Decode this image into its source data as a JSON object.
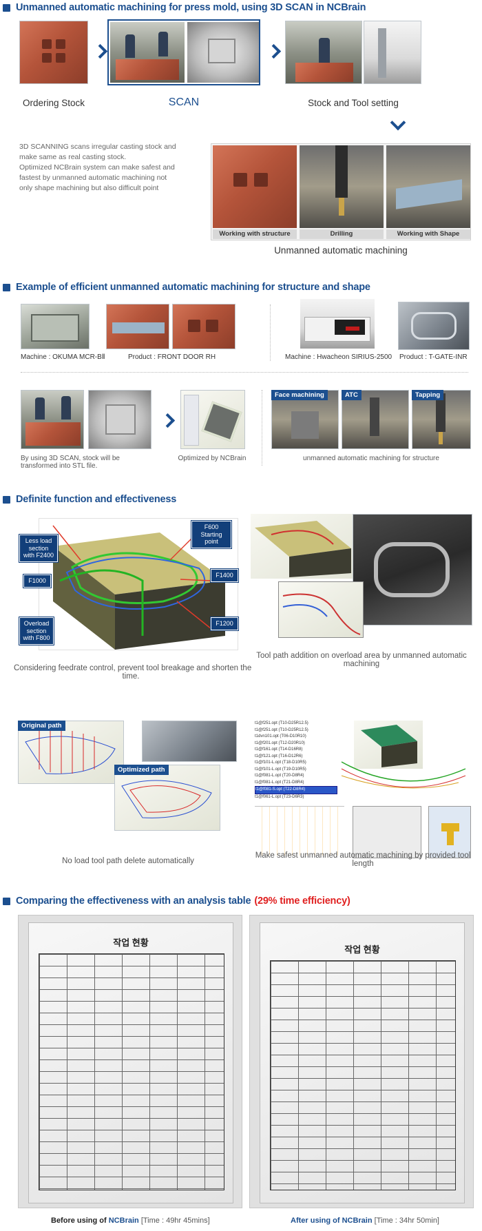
{
  "section1": {
    "title": "Unmanned automatic machining for press mold, using 3D SCAN in NCBrain",
    "captions": {
      "ordering": "Ordering Stock",
      "scan": "SCAN",
      "setting": "Stock and Tool setting"
    },
    "description": [
      "3D SCANNING scans irregular casting stock and",
      "make same as real casting stock.",
      "Optimized NCBrain system can make safest and",
      "fastest by unmanned automatic machining not",
      "only shape machining but also difficult point"
    ],
    "labels": {
      "structure": "Working with structure",
      "drilling": "Drilling",
      "shape": "Working with Shape"
    },
    "unmanned_caption": "Unmanned automatic machining"
  },
  "section2": {
    "title": "Example of efficient unmanned automatic machining for structure and shape",
    "machine1": "Machine : OKUMA MCR-BⅡ",
    "product1": "Product : FRONT DOOR RH",
    "machine2": "Machine : Hwacheon SIRIUS-2500",
    "product2": "Product : T-GATE-INR",
    "stl_caption_1": "By using 3D SCAN, stock will be",
    "stl_caption_2": "transformed into STL file.",
    "optimized": "Optimized by NCBrain",
    "tags": {
      "face": "Face machining",
      "atc": "ATC",
      "tapping": "Tapping"
    },
    "structure_caption": "unmanned automatic machining for structure"
  },
  "section3": {
    "title": "Definite function and effectiveness",
    "callouts": {
      "less_load": "Less load section with F2400",
      "f600": "F600 Starting point",
      "f1000": "F1000",
      "f1400": "F1400",
      "overload": "Overload section with F800",
      "f1200": "F1200"
    },
    "caption_left_1": "Considering feedrate control, prevent tool breakage and shorten the",
    "caption_left_2": "time.",
    "caption_right_1": "Tool path addition on overload area by unmanned automatic",
    "caption_right_2": "machining",
    "original_path": "Original path",
    "optimized_path": "Optimized path",
    "caption_delete": "No load tool path delete automatically",
    "caption_length_1": "Make safest unmanned automatic machining by provided tool",
    "caption_length_2": "length",
    "tool_list": [
      "t1@f251.opt (T10-D25R12.5)",
      "t1@f251.opt (T10-D25R12.5)",
      "t1dvn101.opt (T06-D10R10)",
      "t1@f201.opt (T12-D20R10)",
      "t1@f161.opt (T14-D16R8)",
      "t1@f121.opt (T16-D12R6)",
      "t1@f101-L.opt (T18-D10R5)",
      "t1@f101-L.opt (T19-D10R5)",
      "t1@f081-L.opt (T20-D8R4)",
      "t1@f081-L.opt (T21-D8R4)",
      "t1@f081-S.opt (T22-D8R4)",
      "t1@f061-L.opt (T23-D6R3)"
    ]
  },
  "section4": {
    "title": "Comparing the effectiveness with an analysis table",
    "highlight": "(29% time efficiency)",
    "doc_title": "작업 현황",
    "before_label": "Before using of",
    "after_label": "After using of",
    "brand": "NCBrain",
    "before_time": "[Time : 49hr 45mins]",
    "after_time": "[Time : 34hr 50min]"
  },
  "colors": {
    "brand_blue": "#1c4f8f",
    "highlight_red": "#e02020"
  }
}
